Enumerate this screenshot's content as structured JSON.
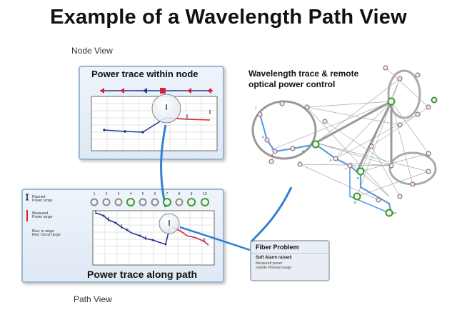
{
  "title": "Example of a Wavelength Path View",
  "node_view_label": "Node View",
  "path_view_label": "Path View",
  "node_panel_title": "Power trace within node",
  "path_panel_title": "Power trace along path",
  "network_title_line1": "Wavelength trace & remote",
  "network_title_line2": "optical power control",
  "legend": {
    "planned_line1": "Planned",
    "planned_line2": "Power range",
    "measured_line1": "Measured",
    "measured_line2": "Power range",
    "blue_note": "Blue: in range",
    "red_note": "Red: Out of range"
  },
  "path_node_numbers": [
    "1",
    "2",
    "3",
    "4",
    "5",
    "6",
    "7",
    "8",
    "9",
    "10"
  ],
  "callout": {
    "title": "Fiber Problem",
    "subtitle": "Soft Alarm raised:",
    "body_line1": "Measured power",
    "body_line2": "outside Planned range"
  },
  "colors": {
    "trace_blue": "#1f3a93",
    "alarm_red": "#d6213a",
    "connector_blue": "#2f7fd4",
    "panel_border": "#9db5cf"
  }
}
